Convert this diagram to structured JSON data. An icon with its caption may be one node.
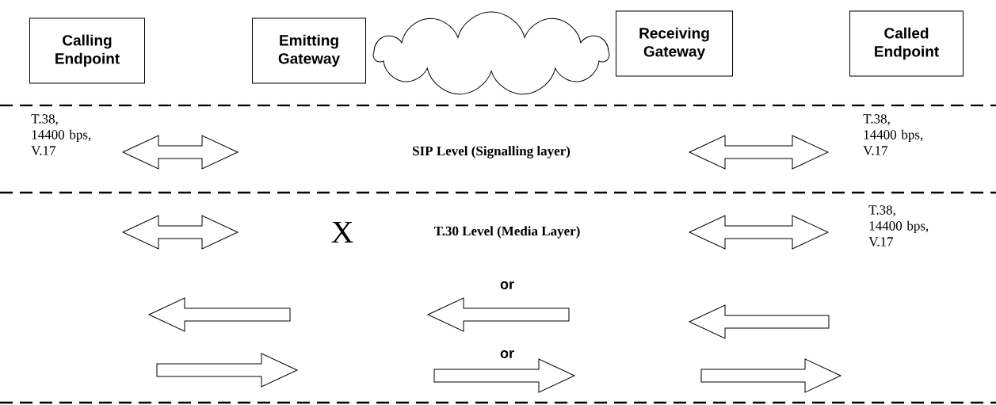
{
  "diagram": {
    "nodes": [
      {
        "text": [
          "Calling Endpoint"
        ]
      },
      {
        "text": [
          "Emitting Gateway"
        ]
      },
      {
        "text": [],
        "shape": "cloud"
      },
      {
        "text": [
          "Receiving Gateway"
        ]
      },
      {
        "text": [
          "Called Endpoint"
        ]
      }
    ],
    "labels": [
      "T.38, 14400 bps, V.17",
      "SIP Level (Signalling layer)",
      "T.38, 14400 bps, V.17",
      "X",
      "T.30 Level (Media Layer)",
      "T.38, 14400 bps, V.17",
      "or",
      "or"
    ]
  }
}
